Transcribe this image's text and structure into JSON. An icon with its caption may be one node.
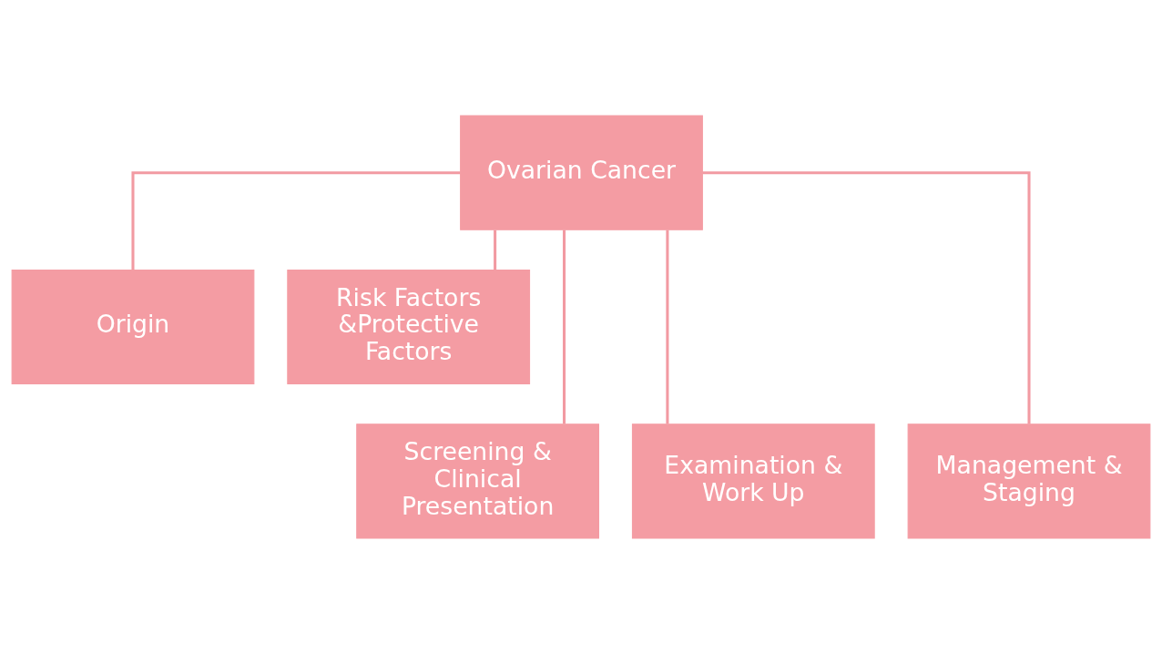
{
  "diagram": {
    "nodes": [
      {
        "text": [
          "Ovarian Cancer"
        ]
      },
      {
        "text": [
          "Origin"
        ]
      },
      {
        "text": [
          "Risk Factors &Protective Factors"
        ]
      },
      {
        "text": [
          "Screening & Clinical Presentation"
        ]
      },
      {
        "text": [
          "Examination & Work Up"
        ]
      },
      {
        "text": [
          "Management & Staging"
        ]
      }
    ],
    "edges": [
      {
        "from": 0,
        "to": 1,
        "arrow": "none"
      },
      {
        "from": 0,
        "to": 2,
        "arrow": "none"
      },
      {
        "from": 0,
        "to": 3,
        "arrow": "none"
      },
      {
        "from": 0,
        "to": 4,
        "arrow": "none"
      },
      {
        "from": 0,
        "to": 5,
        "arrow": "none"
      }
    ]
  }
}
